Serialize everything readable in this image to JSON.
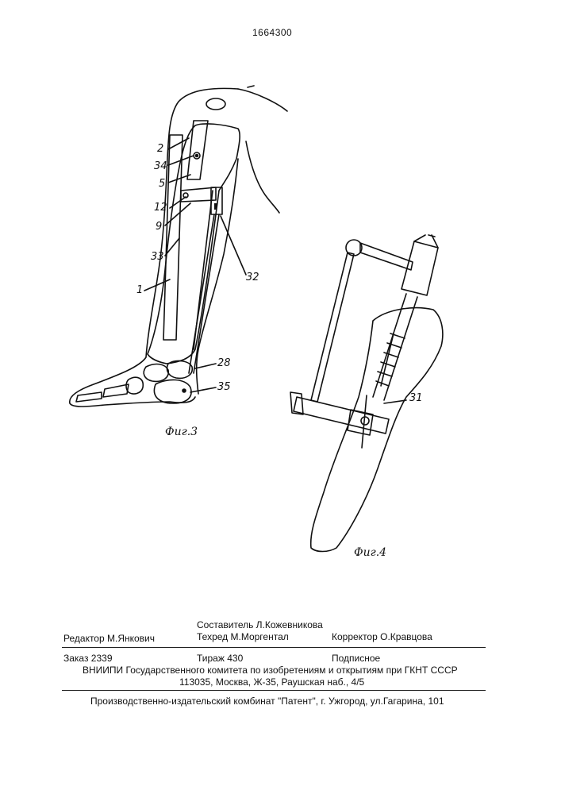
{
  "patent_number": "1664300",
  "figure3": {
    "caption": "Фиг.3",
    "labels": {
      "l2": "2",
      "l34": "34",
      "l5": "5",
      "l12": "12",
      "l9": "9",
      "l33": "33",
      "l1": "1",
      "l32": "32",
      "l28": "28",
      "l35": "35"
    }
  },
  "figure4": {
    "caption": "Фиг.4",
    "labels": {
      "l31": "31"
    }
  },
  "imprint": {
    "compiler": "Составитель Л.Кожевникова",
    "editor": "Редактор М.Янкович",
    "techred": "Техред М.Моргентал",
    "corrector": "Корректор  О.Кравцова",
    "order": "Заказ  2339",
    "print_run": "Тираж 430",
    "subscription": "Подписное",
    "institute": "ВНИИПИ Государственного комитета по изобретениям и открытиям при ГКНТ СССР",
    "address": "113035, Москва, Ж-35, Раушская наб., 4/5",
    "publisher": "Производственно-издательский комбинат \"Патент\", г. Ужгород, ул.Гагарина, 101"
  }
}
